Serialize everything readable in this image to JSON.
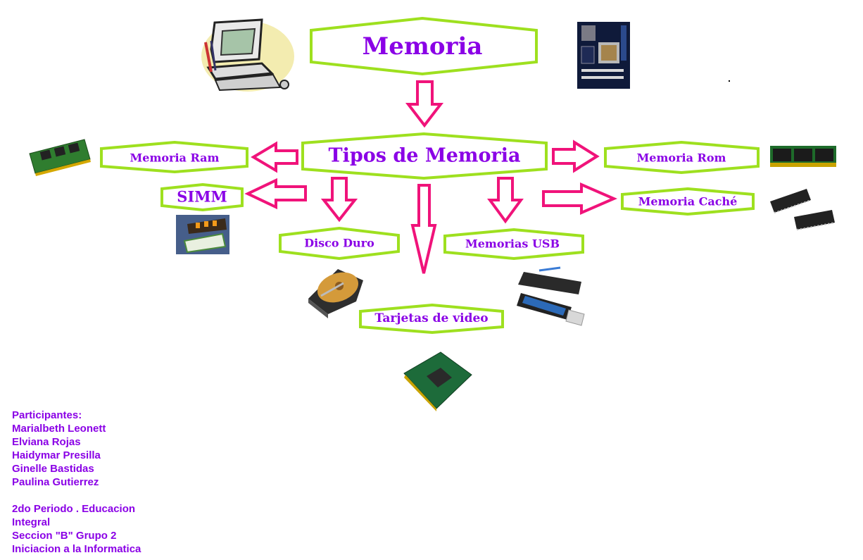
{
  "nodes": {
    "memoria": "Memoria",
    "tipos": "Tipos de Memoria",
    "ram": "Memoria Ram",
    "rom": "Memoria Rom",
    "simm": "SIMM",
    "cache": "Memoria Caché",
    "disco": "Disco Duro",
    "usb": "Memorias USB",
    "video": "Tarjetas de video"
  },
  "credits": {
    "heading": "Participantes:",
    "names": [
      "Marialbeth Leonett",
      "Elviana Rojas",
      "Haidymar Presilla",
      "Ginelle Bastidas",
      "Paulina Gutierrez"
    ],
    "course": [
      "2do Periodo . Educacion",
      "Integral",
      "Seccion \"B\" Grupo 2",
      "Iniciacion a la Informatica"
    ]
  },
  "colors": {
    "box_border": "#9ee01f",
    "text": "#8a00e6",
    "arrow": "#f0137a"
  },
  "icons": [
    "computer-icon",
    "motherboard-icon",
    "ram-module-icon",
    "rom-chip-icon",
    "simm-module-icon",
    "cache-chip-icon",
    "hard-disk-icon",
    "usb-drive-icon",
    "video-card-icon"
  ]
}
